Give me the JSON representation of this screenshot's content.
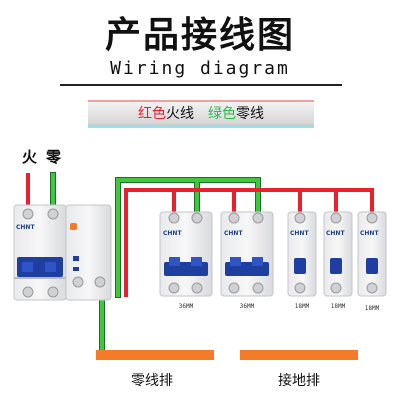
{
  "title": {
    "chinese": "产品接线图",
    "english": "Wiring diagram"
  },
  "legend": {
    "red_part": "红色",
    "red_label": "火线",
    "green_part": "绿色",
    "green_label": "零线"
  },
  "terminals": {
    "live": "火",
    "neutral": "零"
  },
  "brand": "CHNT",
  "breaker_widths": [
    "36MM",
    "36MM",
    "18MM",
    "18MM",
    "18MM"
  ],
  "busbars": {
    "neutral": "零线排",
    "ground": "接地排"
  },
  "colors": {
    "live": "#e8212f",
    "neutral": "#3ec83a",
    "busbar": "#f47b2a",
    "wire_outline": "#1a6f2a"
  }
}
